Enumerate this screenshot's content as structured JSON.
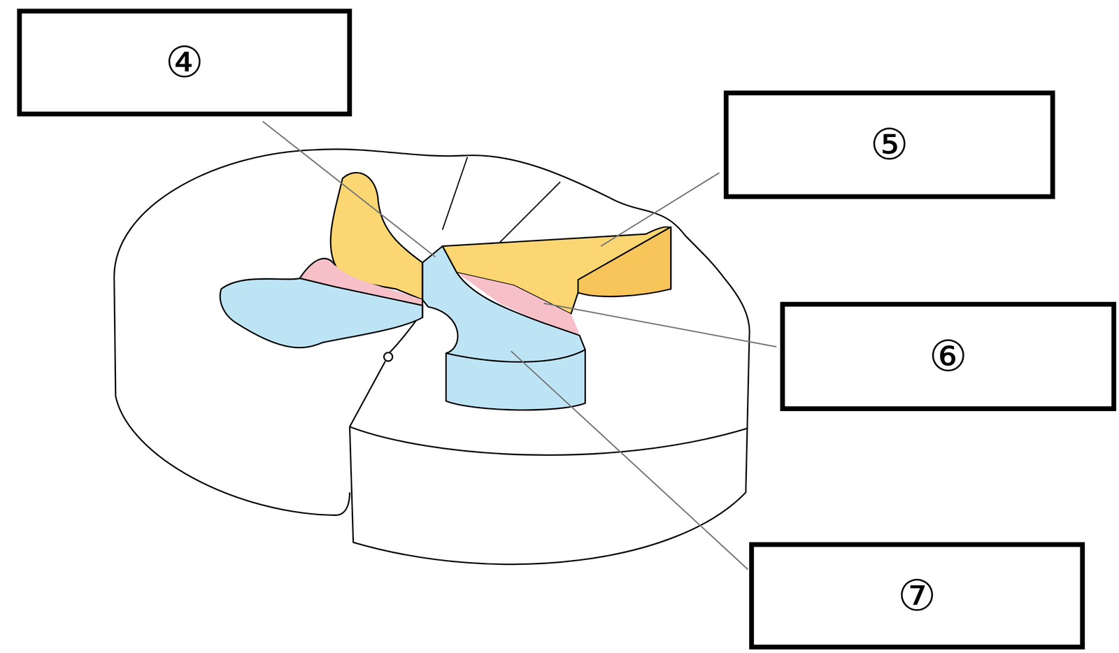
{
  "diagram": {
    "nodes": [
      {
        "text": [
          "④"
        ]
      },
      {
        "text": [
          "⑤"
        ]
      },
      {
        "text": [
          "⑥"
        ]
      },
      {
        "text": [
          "⑦"
        ]
      }
    ]
  }
}
